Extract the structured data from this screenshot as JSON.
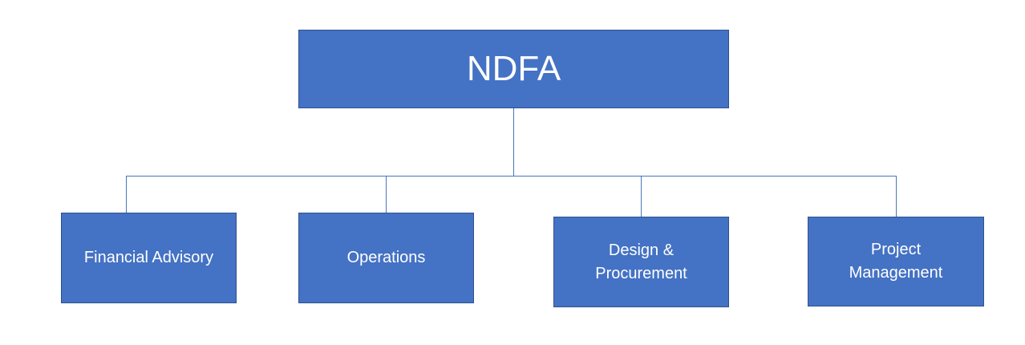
{
  "colors": {
    "node_fill": "#4472c4",
    "node_border": "#2f528f",
    "connector": "#4a76b8",
    "text": "#ffffff"
  },
  "root": {
    "label": "NDFA"
  },
  "children": [
    {
      "label": "Financial Advisory"
    },
    {
      "label": "Operations"
    },
    {
      "label": "Design & Procurement"
    },
    {
      "label": "Project Management"
    }
  ]
}
